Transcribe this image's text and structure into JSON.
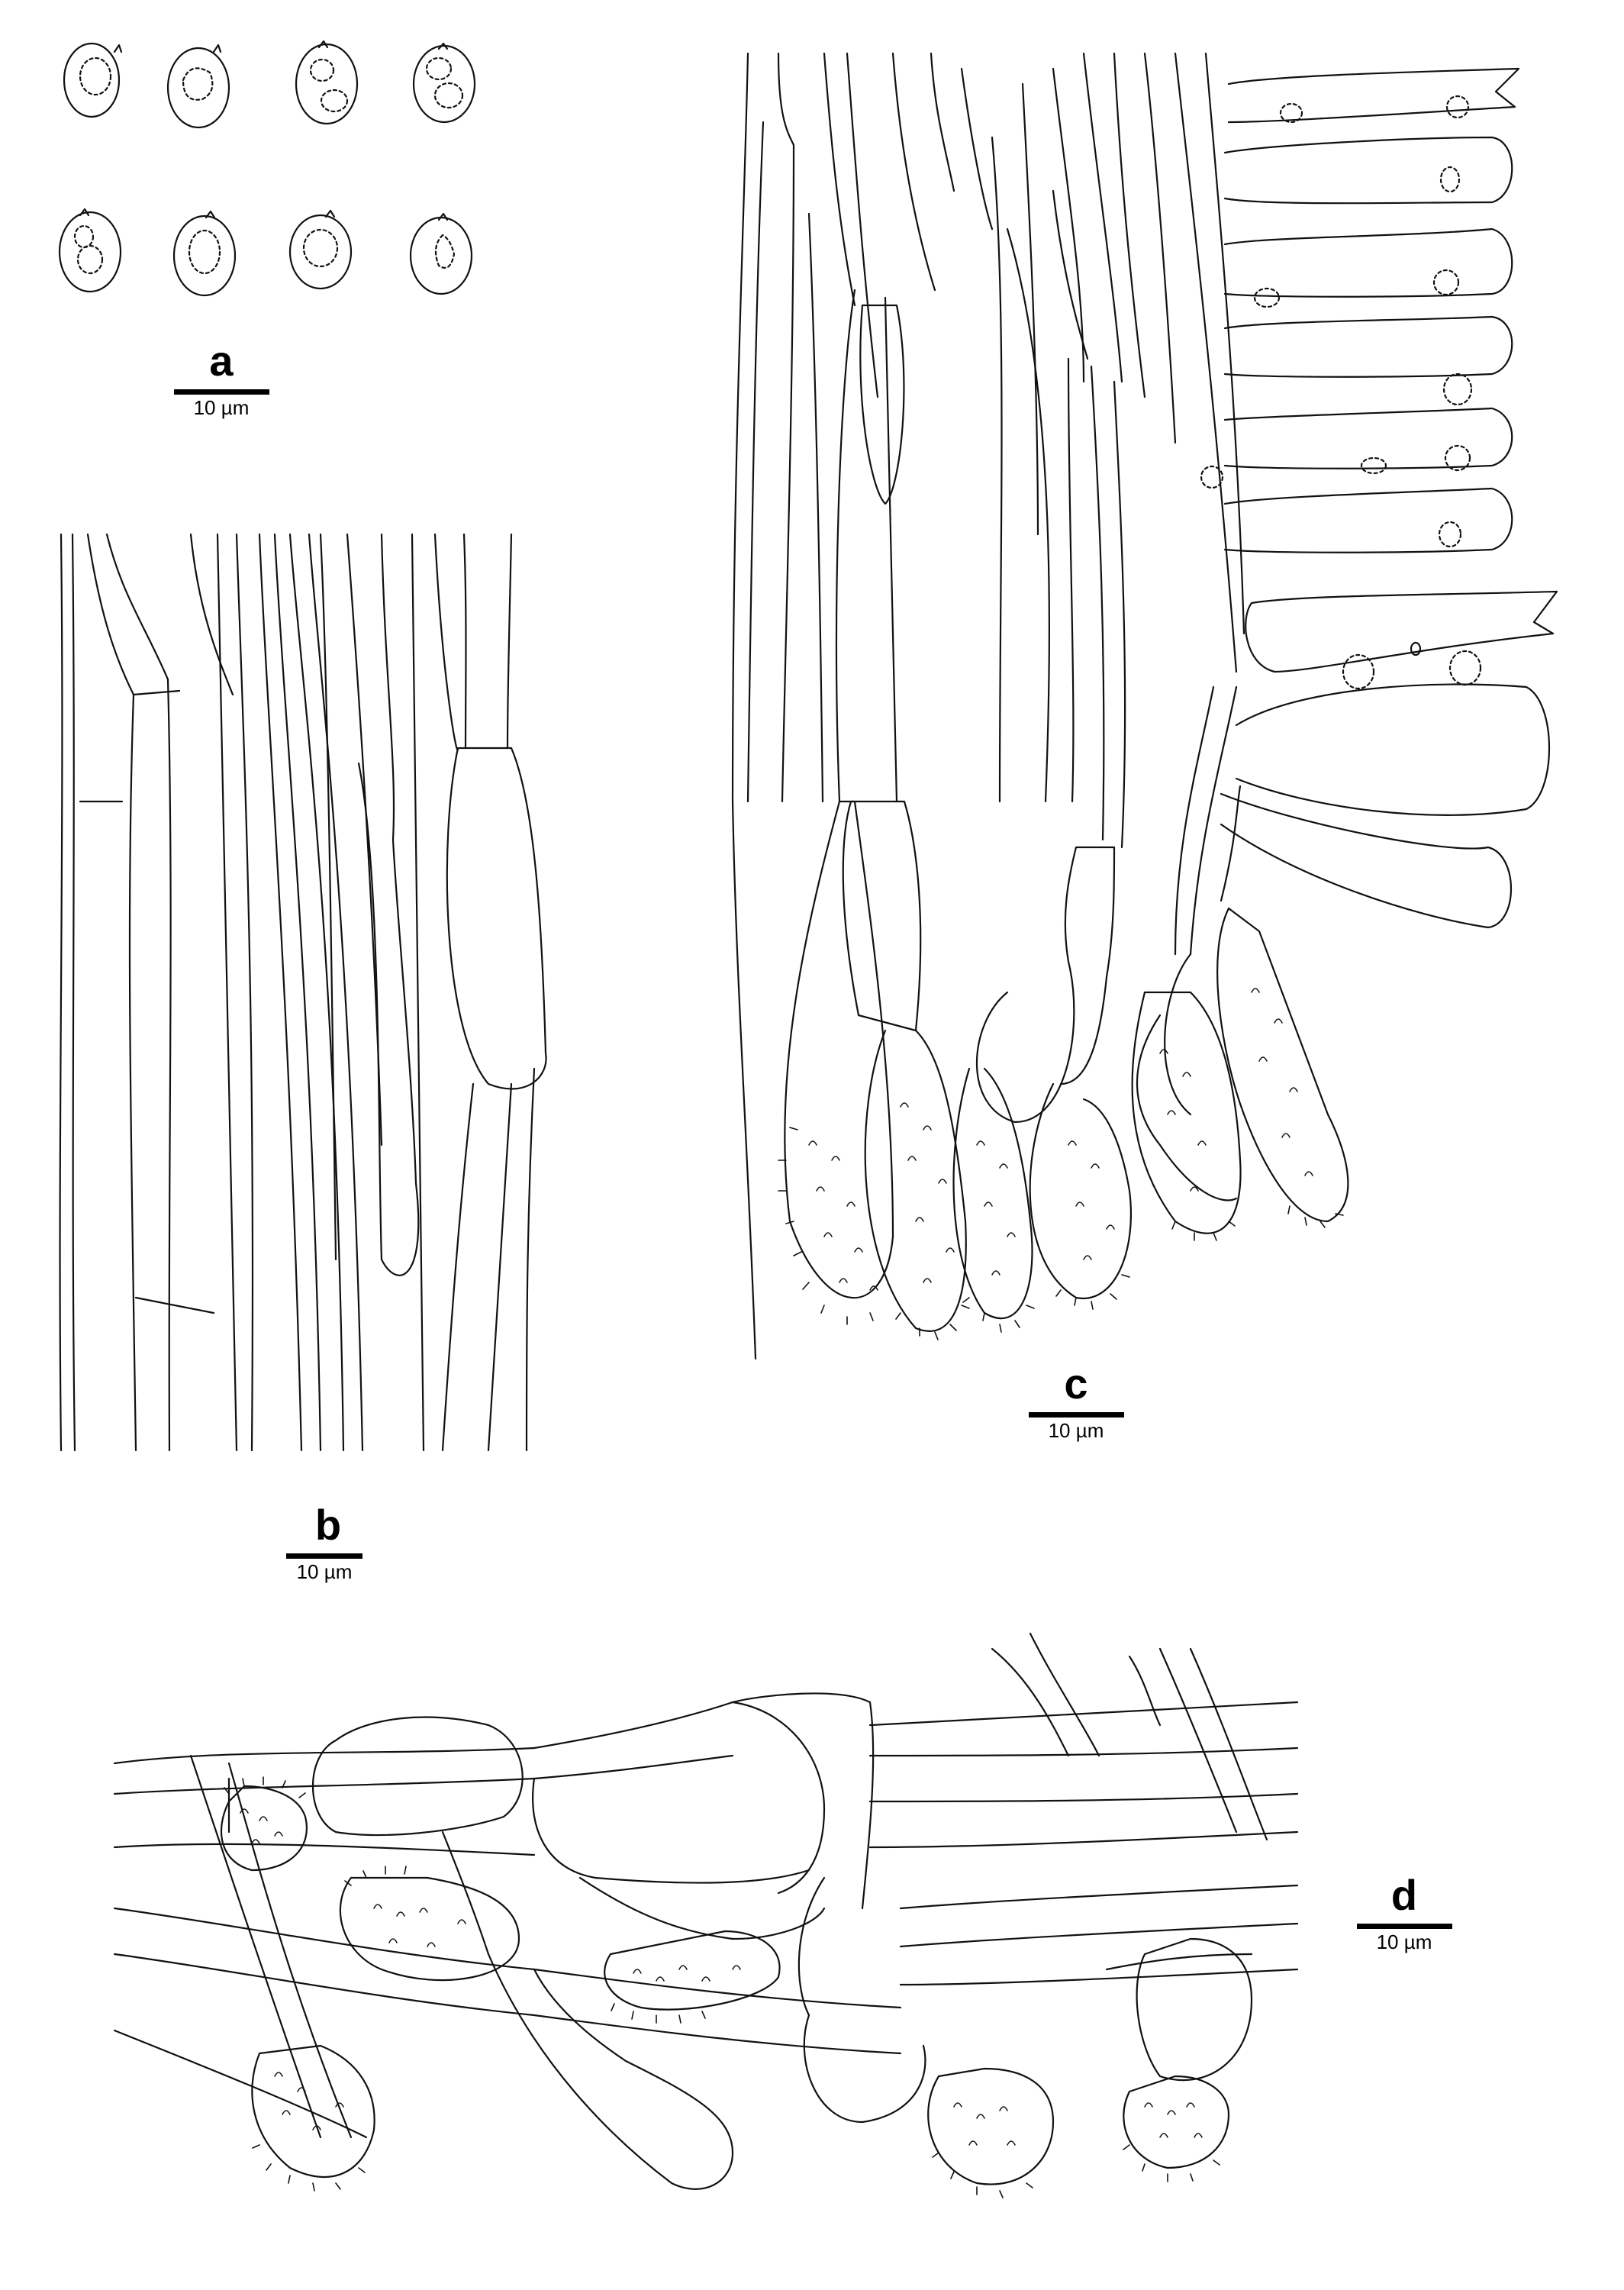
{
  "panels": [
    {
      "letter": "a",
      "scale_label": "10 µm"
    },
    {
      "letter": "b",
      "scale_label": "10 µm"
    },
    {
      "letter": "c",
      "scale_label": "10 µm"
    },
    {
      "letter": "d",
      "scale_label": "10 µm"
    }
  ]
}
